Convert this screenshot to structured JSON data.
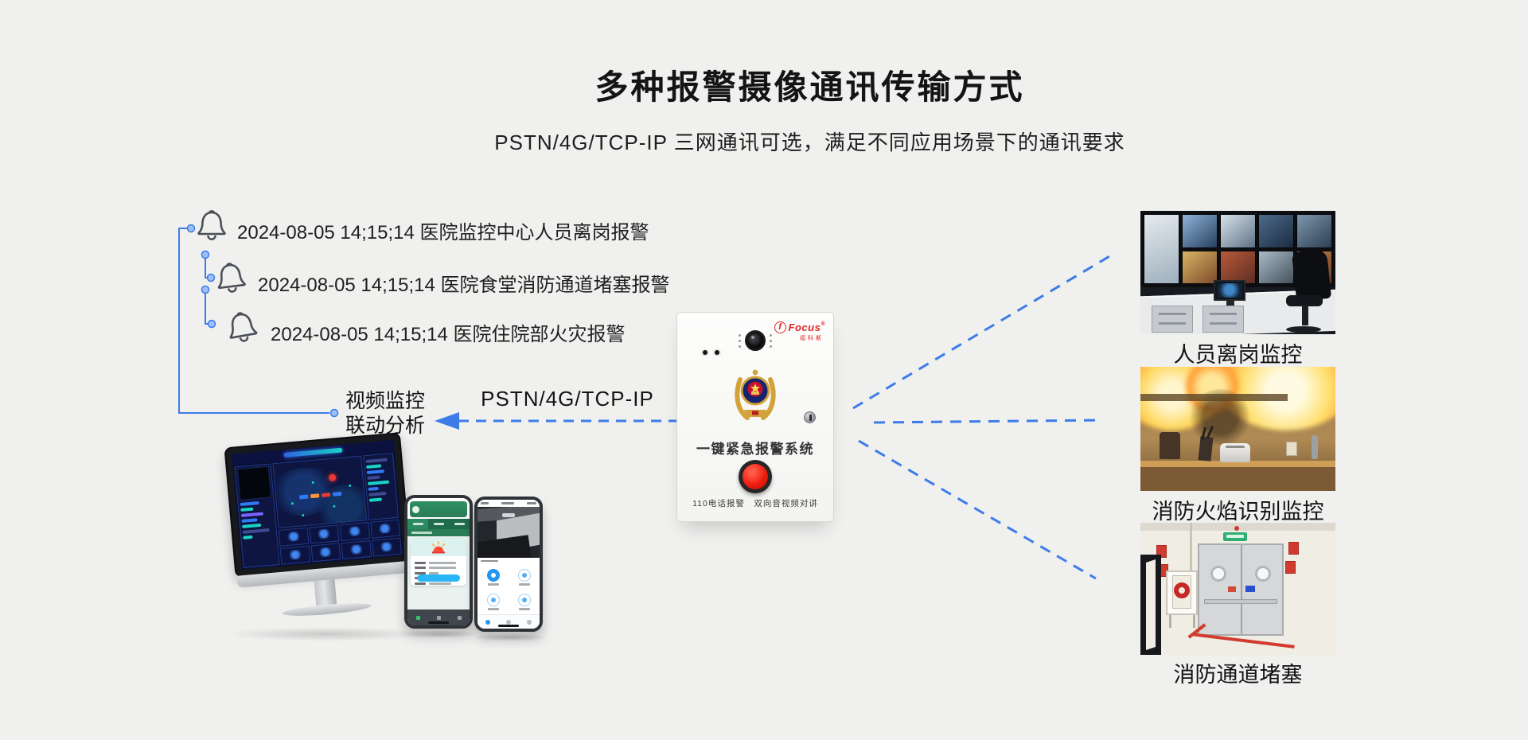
{
  "colors": {
    "background": "#f0f0ef",
    "accent_blue": "#3d7ce8",
    "bell_gray": "#4b5058",
    "brand_red": "#e02424",
    "button_red": "#ef1d10",
    "app_green": "#2e8b5f",
    "app_blue": "#2196f3"
  },
  "icons": {
    "bell": "outline-bell",
    "dot": "blue-node-dot",
    "arrow_left": "dashed-arrow-left",
    "camera_lens": "camera-lens",
    "police_badge": "police-badge",
    "keyhole": "keyhole",
    "alarm_lamp": "alarm-lamp"
  },
  "header": {
    "title": "多种报警摄像通讯传输方式",
    "subtitle": "PSTN/4G/TCP-IP  三网通讯可选，满足不同应用场景下的通讯要求"
  },
  "alarms": [
    {
      "text": "2024-08-05 14;15;14 医院监控中心人员离岗报警"
    },
    {
      "text": "2024-08-05 14;15;14 医院食堂消防通道堵塞报警"
    },
    {
      "text": "2024-08-05 14;15;14 医院住院部火灾报警"
    }
  ],
  "flow": {
    "link_line1": "视频监控",
    "link_line2": "联动分析",
    "transport": "PSTN/4G/TCP-IP"
  },
  "device": {
    "brand": "Focus",
    "brand_reg": "®",
    "brand_initial": "f",
    "brand_sub": "福科斯",
    "name": "一键紧急报警系统",
    "caption": "110电话报警　双向音视频对讲"
  },
  "monitors": [
    {
      "caption": "人员离岗监控"
    },
    {
      "caption": "消防火焰识别监控"
    },
    {
      "caption": "消防通道堵塞"
    }
  ]
}
